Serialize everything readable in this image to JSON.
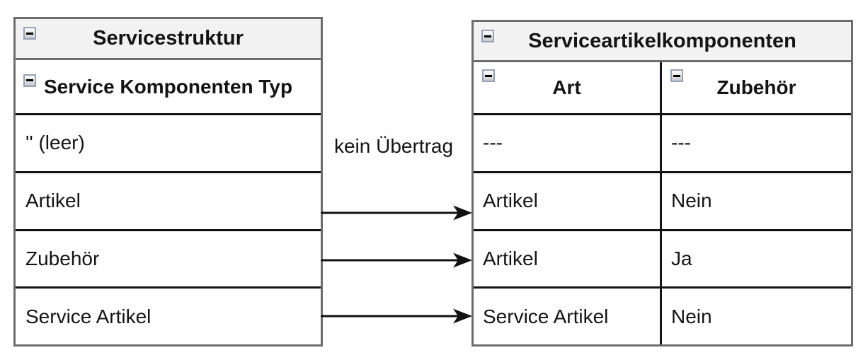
{
  "diagram": {
    "left_table": {
      "title": "Servicestruktur",
      "column_header": "Service Komponenten Typ",
      "rows": [
        "'' (leer)",
        "Artikel",
        "Zubehör",
        "Service Artikel"
      ]
    },
    "right_table": {
      "title": "Serviceartikelkomponenten",
      "columns": {
        "art": "Art",
        "zubehoer": "Zubehör"
      },
      "rows": [
        {
          "art": "---",
          "zubehoer": "---"
        },
        {
          "art": "Artikel",
          "zubehoer": "Nein"
        },
        {
          "art": "Artikel",
          "zubehoer": "Ja"
        },
        {
          "art": "Service Artikel",
          "zubehoer": "Nein"
        }
      ]
    },
    "connections": {
      "no_transfer_label": "kein Übertrag",
      "arrows": [
        {
          "from": "Artikel",
          "to": "Artikel / Nein"
        },
        {
          "from": "Zubehör",
          "to": "Artikel / Ja"
        },
        {
          "from": "Service Artikel",
          "to": "Service Artikel / Nein"
        }
      ]
    },
    "icons": {
      "collapse": "minus-box"
    },
    "colors": {
      "outer_border": "#6d6d6d",
      "inner_border": "#141414",
      "header_bg": "#f2f2f2",
      "icon_border": "#96a0b3",
      "arrow": "#121212"
    }
  }
}
